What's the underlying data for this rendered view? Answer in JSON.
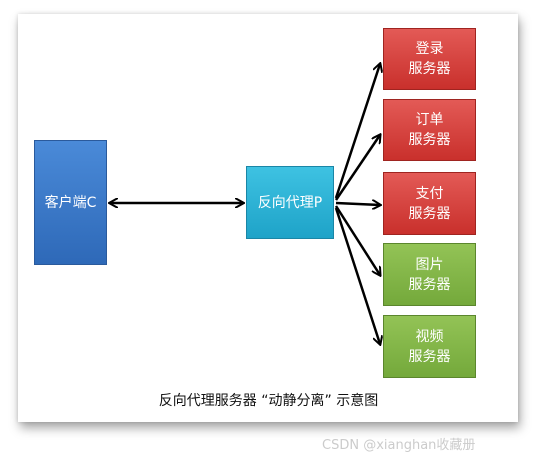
{
  "nodes": {
    "client": "客户端C",
    "proxy": "反向代理P",
    "servers": [
      {
        "label": "登录\n服务器",
        "color": "#d9423e"
      },
      {
        "label": "订单\n服务器",
        "color": "#d9423e"
      },
      {
        "label": "支付\n服务器",
        "color": "#d9423e"
      },
      {
        "label": "图片\n服务器",
        "color": "#84b848"
      },
      {
        "label": "视频\n服务器",
        "color": "#84b848"
      }
    ]
  },
  "caption": "反向代理服务器 “动静分离” 示意图",
  "watermark": "CSDN @xianghan收藏册"
}
